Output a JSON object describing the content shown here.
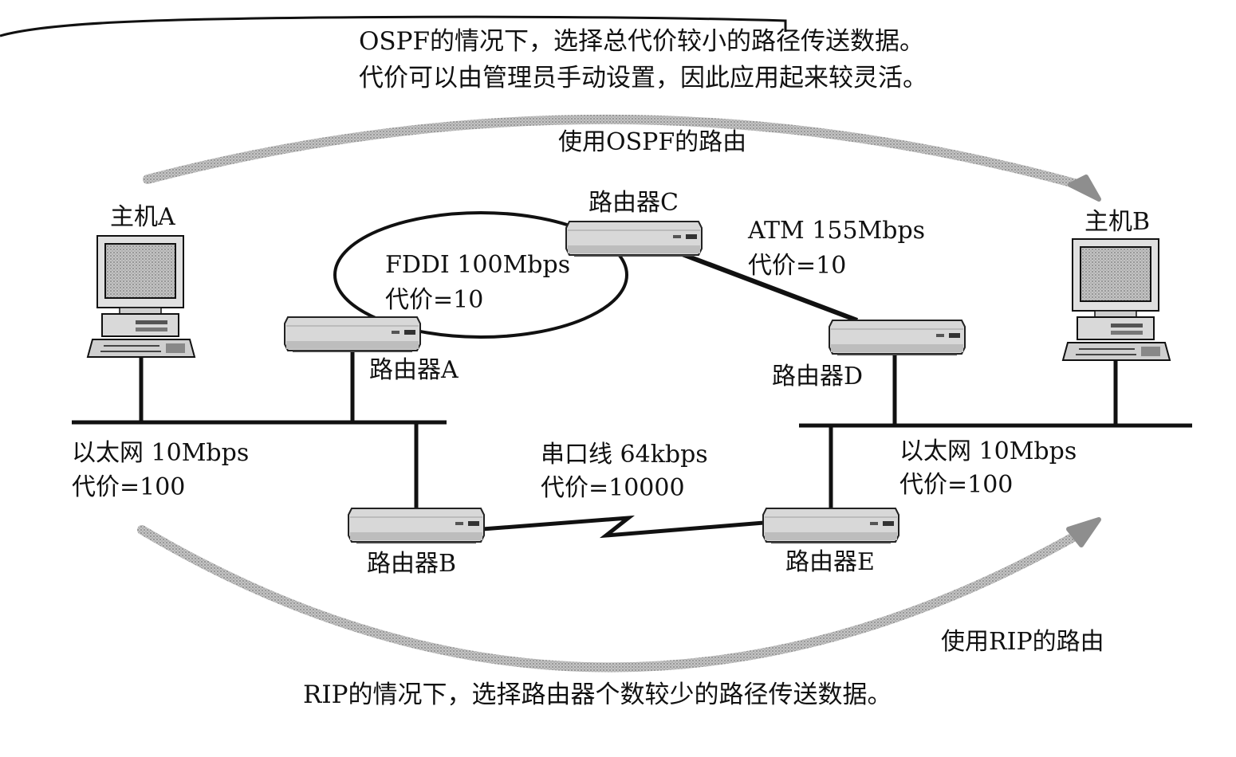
{
  "notes": {
    "ospf_line1": "OSPF的情况下，选择总代价较小的路径传送数据。",
    "ospf_line2": "代价可以由管理员手动设置，因此应用起来较灵活。",
    "rip_line": "RIP的情况下，选择路由器个数较少的路径传送数据。"
  },
  "routes": {
    "ospf_label": "使用OSPF的路由",
    "rip_label": "使用RIP的路由"
  },
  "hosts": {
    "a": "主机A",
    "b": "主机B"
  },
  "routers": {
    "a": "路由器A",
    "b": "路由器B",
    "c": "路由器C",
    "d": "路由器D",
    "e": "路由器E"
  },
  "links": {
    "fddi": {
      "name": "FDDI 100Mbps",
      "cost": "代价=10"
    },
    "atm": {
      "name": "ATM 155Mbps",
      "cost": "代价=10"
    },
    "ethernet_left": {
      "name": "以太网 10Mbps",
      "cost": "代价=100"
    },
    "ethernet_right": {
      "name": "以太网 10Mbps",
      "cost": "代价=100"
    },
    "serial": {
      "name": "串口线 64kbps",
      "cost": "代价=10000"
    }
  },
  "colors": {
    "route_arrow": "#9a9a9a",
    "device_body": "#d6d6d6",
    "line": "#111111"
  }
}
